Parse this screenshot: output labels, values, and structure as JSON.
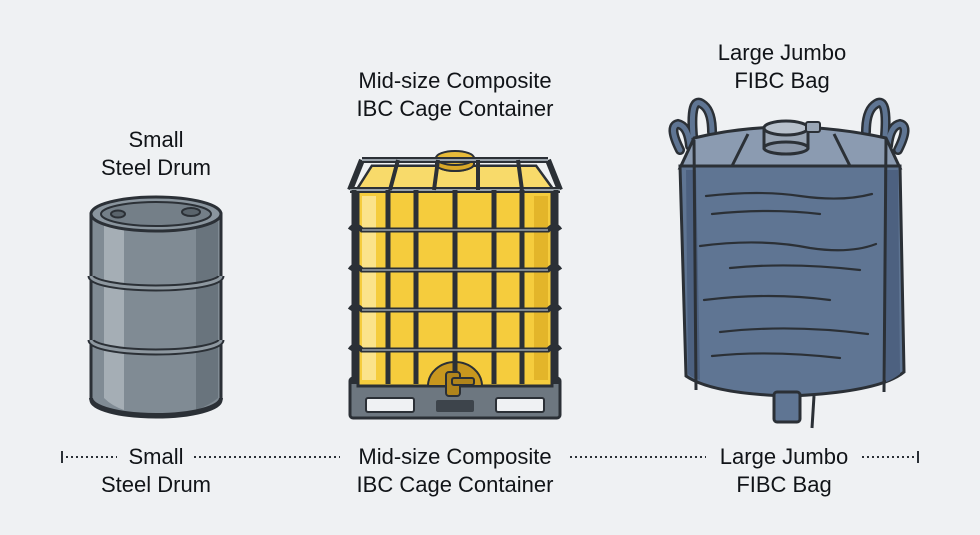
{
  "containers": [
    {
      "top_label": [
        "Small",
        "Steel Drum"
      ],
      "bottom_label": [
        "Small",
        "Steel Drum"
      ],
      "icon": "steel-drum-icon",
      "color": "#7d8891"
    },
    {
      "top_label": [
        "Mid-size Composite",
        "IBC Cage Container"
      ],
      "bottom_label": [
        "Mid-size Composite",
        "IBC Cage Container"
      ],
      "icon": "ibc-tote-icon",
      "color": "#f5cc3d"
    },
    {
      "top_label": [
        "Large Jumbo",
        "FIBC Bag"
      ],
      "bottom_label": [
        "Large Jumbo",
        "FIBC Bag"
      ],
      "icon": "fibc-bag-icon",
      "color": "#5f7593"
    }
  ],
  "colors": {
    "background": "#eff1f3",
    "outline": "#2b3036",
    "text": "#111418"
  }
}
